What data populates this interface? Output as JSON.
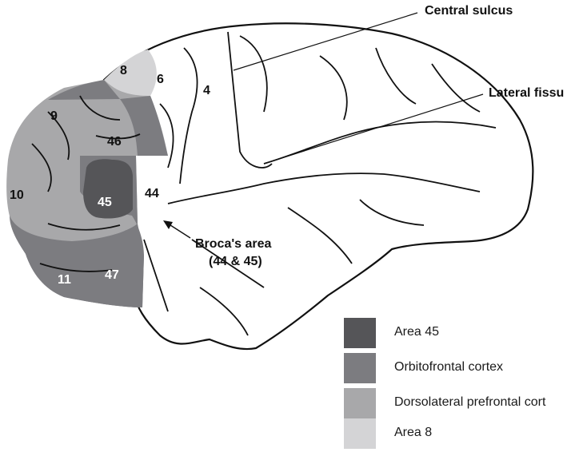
{
  "annotations": {
    "central_sulcus": "Central sulcus",
    "lateral_fissure": "Lateral fissu",
    "brocas_area_line1": "Broca's area",
    "brocas_area_line2": "(44 & 45)"
  },
  "area_numbers": {
    "a8": "8",
    "a6": "6",
    "a4": "4",
    "a9": "9",
    "a46": "46",
    "a10": "10",
    "a45": "45",
    "a44": "44",
    "a11": "11",
    "a47": "47"
  },
  "legend": {
    "items": [
      {
        "label": "Area 45",
        "color": "#555558"
      },
      {
        "label": "Orbitofrontal cortex",
        "color": "#7c7c80"
      },
      {
        "label": "Dorsolateral prefrontal cort",
        "color": "#a8a8aa"
      },
      {
        "label": "Area 8",
        "color": "#d4d4d6"
      }
    ]
  },
  "colors": {
    "outline": "#111111",
    "brain_fill": "#ffffff",
    "area45": "#555558",
    "orbitofrontal": "#7c7c80",
    "dorsolateral": "#a8a8aa",
    "area8": "#d4d4d6"
  }
}
